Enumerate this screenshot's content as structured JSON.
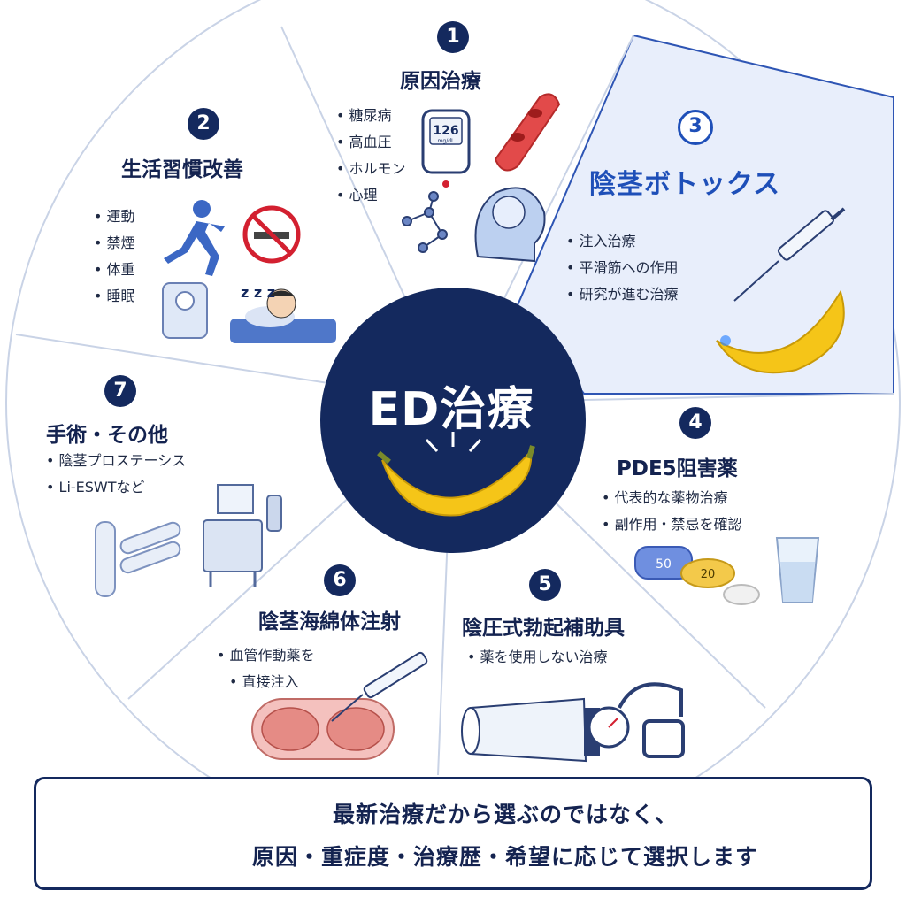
{
  "center": {
    "title": "ED治療"
  },
  "segments": [
    {
      "num": "1",
      "title": "原因治療",
      "bullets": [
        "糖尿病",
        "高血圧",
        "ホルモン",
        "心理"
      ],
      "meter_value": "126",
      "meter_unit": "mg/dL"
    },
    {
      "num": "2",
      "title": "生活習慣改善",
      "bullets": [
        "運動",
        "禁煙",
        "体重",
        "睡眠"
      ]
    },
    {
      "num": "3",
      "title": "陰茎ボトックス",
      "bullets": [
        "注入治療",
        "平滑筋への作用",
        "研究が進む治療"
      ],
      "highlighted": true
    },
    {
      "num": "4",
      "title": "PDE5阻害薬",
      "bullets": [
        "代表的な薬物治療",
        "副作用・禁忌を確認"
      ],
      "pill_labels": [
        "50",
        "20"
      ]
    },
    {
      "num": "5",
      "title": "陰圧式勃起補助具",
      "bullets": [
        "薬を使用しない治療"
      ]
    },
    {
      "num": "6",
      "title": "陰茎海綿体注射",
      "bullets": [
        "血管作動薬を",
        "直接注入"
      ]
    },
    {
      "num": "7",
      "title": "手術・その他",
      "bullets": [
        "陰茎プロステーシス",
        "Li-ESWTなど"
      ]
    }
  ],
  "footer": {
    "line1": "最新治療だから選ぶのではなく、",
    "line2": "原因・重症度・治療歴・希望に応じて選択します"
  },
  "colors": {
    "navy": "#14295e",
    "accent": "#1e4fb8",
    "highlight_bg": "#e8eefb",
    "banana": "#f5c518"
  },
  "icons": [
    "running-person-icon",
    "no-smoking-icon",
    "scale-icon",
    "sleeping-person-icon",
    "glucose-meter-icon",
    "blood-vessel-icon",
    "molecule-icon",
    "brain-head-icon",
    "syringe-icon",
    "banana-icon",
    "pill-icon",
    "water-glass-icon",
    "vacuum-pump-icon",
    "cavernosum-cross-section-icon",
    "prosthesis-icon",
    "shockwave-device-icon",
    "doctor-icon"
  ]
}
